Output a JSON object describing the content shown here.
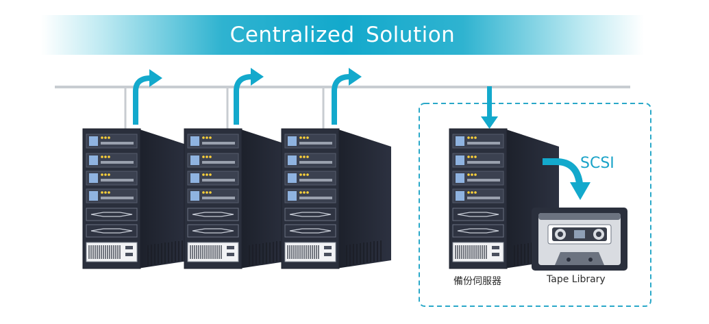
{
  "title": "Centralized Solution",
  "labels": {
    "scsi": "SCSI",
    "backup_server": "備份伺服器",
    "tape_library": "Tape Library"
  },
  "colors": {
    "accent": "#13a9cc",
    "server_body": "#2a2f3c",
    "dashed_border": "#29a8c8"
  },
  "icons": {
    "upload_arrow": "curved-up-right-arrow-icon",
    "download_arrow": "down-arrow-icon",
    "scsi_arrow": "curved-down-arrow-icon",
    "tape": "cassette-tape-icon"
  }
}
